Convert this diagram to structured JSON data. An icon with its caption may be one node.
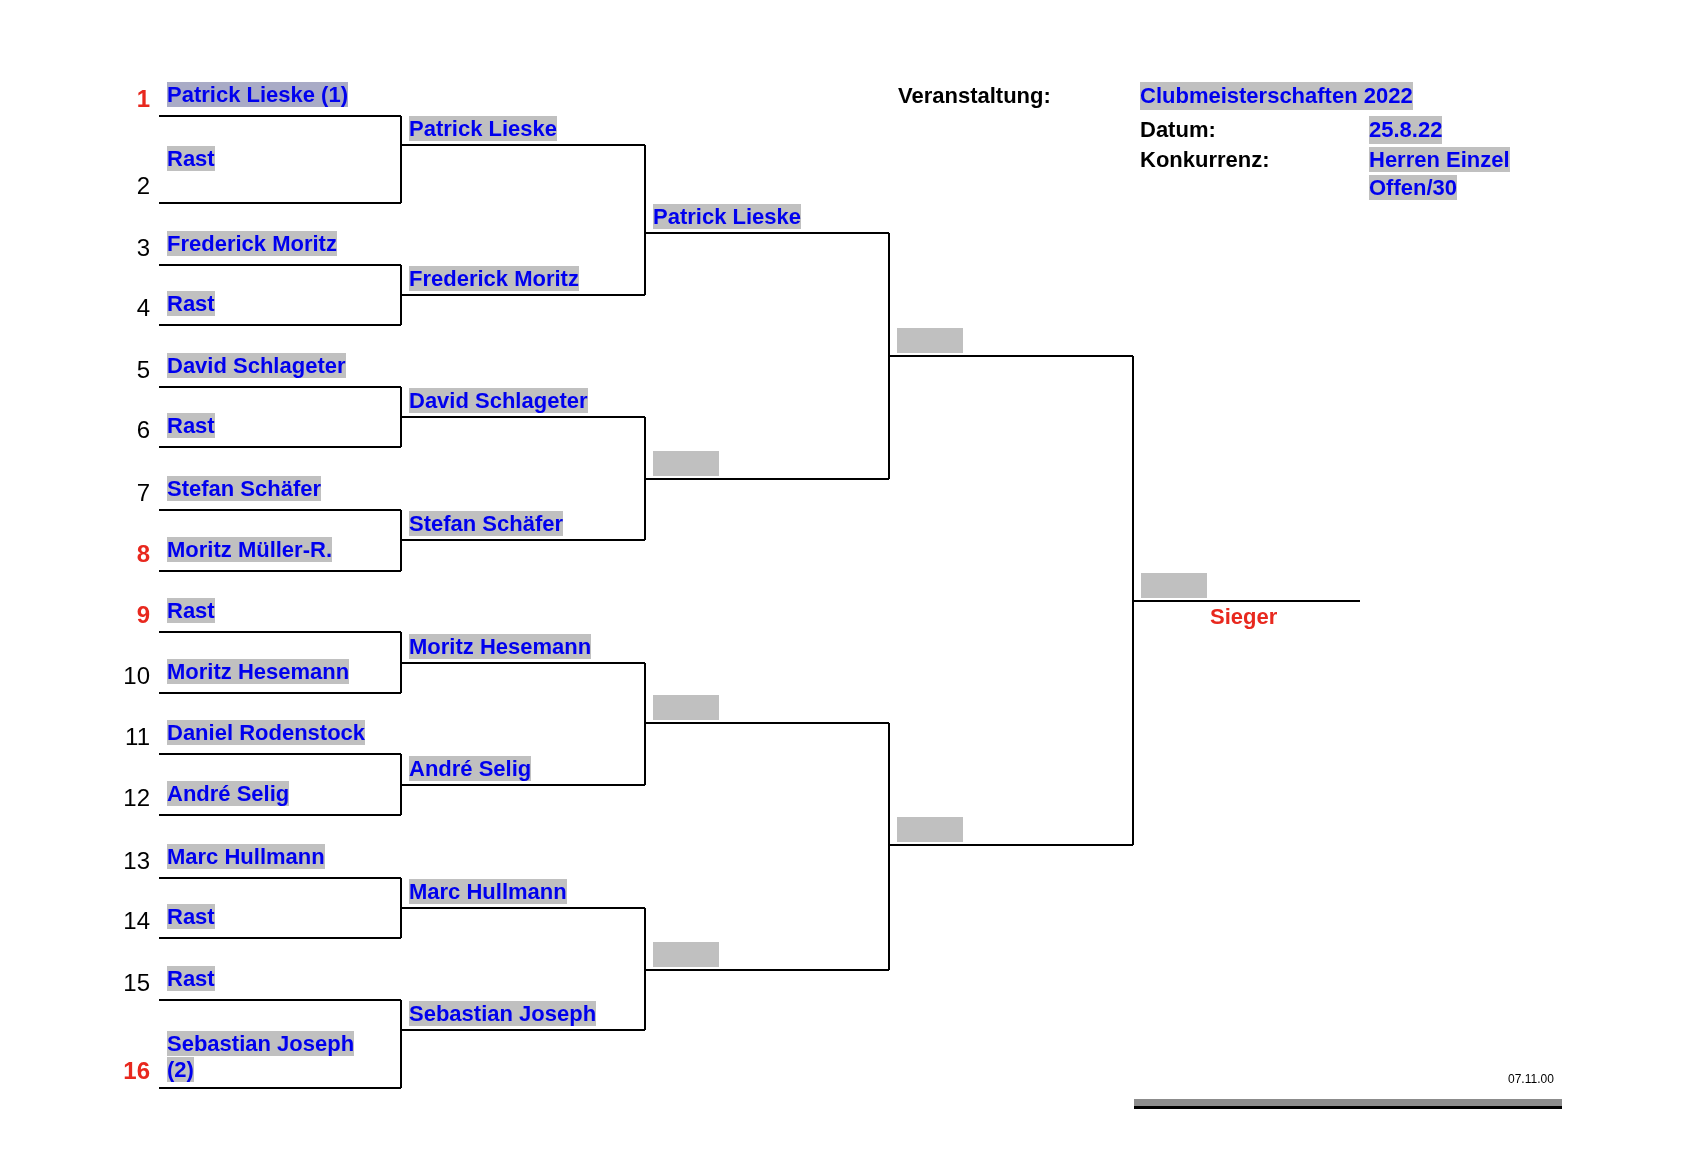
{
  "diagram": {
    "nodes": [
      {
        "text": [
          "Patrick Lieske (1)"
        ],
        "beside": [
          "1"
        ]
      },
      {
        "text": [
          "Rast"
        ],
        "beside": [
          "2"
        ]
      },
      {
        "text": [
          "Frederick Moritz"
        ],
        "beside": [
          "3"
        ]
      },
      {
        "text": [
          "Rast"
        ],
        "beside": [
          "4"
        ]
      },
      {
        "text": [
          "David Schlageter"
        ],
        "beside": [
          "5"
        ]
      },
      {
        "text": [
          "Rast"
        ],
        "beside": [
          "6"
        ]
      },
      {
        "text": [
          "Stefan Schäfer"
        ],
        "beside": [
          "7"
        ]
      },
      {
        "text": [
          "Moritz Müller-R."
        ],
        "beside": [
          "8"
        ]
      },
      {
        "text": [
          "Rast"
        ],
        "beside": [
          "9"
        ]
      },
      {
        "text": [
          "Moritz Hesemann"
        ],
        "beside": [
          "10"
        ]
      },
      {
        "text": [
          "Daniel Rodenstock"
        ],
        "beside": [
          "11"
        ]
      },
      {
        "text": [
          "André Selig"
        ],
        "beside": [
          "12"
        ]
      },
      {
        "text": [
          "Marc Hullmann"
        ],
        "beside": [
          "13"
        ]
      },
      {
        "text": [
          "Rast"
        ],
        "beside": [
          "14"
        ]
      },
      {
        "text": [
          "Rast"
        ],
        "beside": [
          "15"
        ]
      },
      {
        "text": [
          "Sebastian Joseph (2)"
        ],
        "beside": [
          "16"
        ]
      },
      {
        "text": [
          "Patrick Lieske"
        ]
      },
      {
        "text": [
          "Frederick Moritz"
        ]
      },
      {
        "text": [
          "David Schlageter"
        ]
      },
      {
        "text": [
          "Stefan Schäfer"
        ]
      },
      {
        "text": [
          "Moritz Hesemann"
        ]
      },
      {
        "text": [
          "André Selig"
        ]
      },
      {
        "text": [
          "Marc Hullmann"
        ]
      },
      {
        "text": [
          "Sebastian Joseph"
        ]
      },
      {
        "text": [
          "Patrick Lieske"
        ]
      },
      {
        "text": [],
        "shape": "box"
      },
      {
        "text": [],
        "shape": "box"
      },
      {
        "text": [],
        "shape": "box"
      },
      {
        "text": [],
        "shape": "box"
      },
      {
        "text": [],
        "shape": "box"
      },
      {
        "text": [],
        "shape": "box",
        "beside": [
          "Sieger"
        ]
      }
    ],
    "edges": [
      {
        "from": 0,
        "to": 16,
        "arrow": "none"
      },
      {
        "from": 1,
        "to": 16,
        "arrow": "none"
      },
      {
        "from": 2,
        "to": 17,
        "arrow": "none"
      },
      {
        "from": 3,
        "to": 17,
        "arrow": "none"
      },
      {
        "from": 4,
        "to": 18,
        "arrow": "none"
      },
      {
        "from": 5,
        "to": 18,
        "arrow": "none"
      },
      {
        "from": 6,
        "to": 19,
        "arrow": "none"
      },
      {
        "from": 7,
        "to": 19,
        "arrow": "none"
      },
      {
        "from": 8,
        "to": 20,
        "arrow": "none"
      },
      {
        "from": 9,
        "to": 20,
        "arrow": "none"
      },
      {
        "from": 10,
        "to": 21,
        "arrow": "none"
      },
      {
        "from": 11,
        "to": 21,
        "arrow": "none"
      },
      {
        "from": 12,
        "to": 22,
        "arrow": "none"
      },
      {
        "from": 13,
        "to": 22,
        "arrow": "none"
      },
      {
        "from": 14,
        "to": 23,
        "arrow": "none"
      },
      {
        "from": 15,
        "to": 23,
        "arrow": "none"
      },
      {
        "from": 16,
        "to": 24,
        "arrow": "none"
      },
      {
        "from": 17,
        "to": 24,
        "arrow": "none"
      },
      {
        "from": 18,
        "to": 25,
        "arrow": "none"
      },
      {
        "from": 19,
        "to": 25,
        "arrow": "none"
      },
      {
        "from": 20,
        "to": 26,
        "arrow": "none"
      },
      {
        "from": 21,
        "to": 26,
        "arrow": "none"
      },
      {
        "from": 22,
        "to": 27,
        "arrow": "none"
      },
      {
        "from": 23,
        "to": 27,
        "arrow": "none"
      },
      {
        "from": 24,
        "to": 28,
        "arrow": "none"
      },
      {
        "from": 25,
        "to": 28,
        "arrow": "none"
      },
      {
        "from": 26,
        "to": 29,
        "arrow": "none"
      },
      {
        "from": 27,
        "to": 29,
        "arrow": "none"
      },
      {
        "from": 28,
        "to": 30,
        "arrow": "none"
      },
      {
        "from": 29,
        "to": 30,
        "arrow": "none"
      }
    ],
    "labels": [
      "Veranstaltung:",
      "Clubmeisterschaften 2022",
      "Datum:",
      "25.8.22",
      "Konkurrenz:",
      "Herren Einzel Offen/30",
      "07.11.00"
    ]
  }
}
